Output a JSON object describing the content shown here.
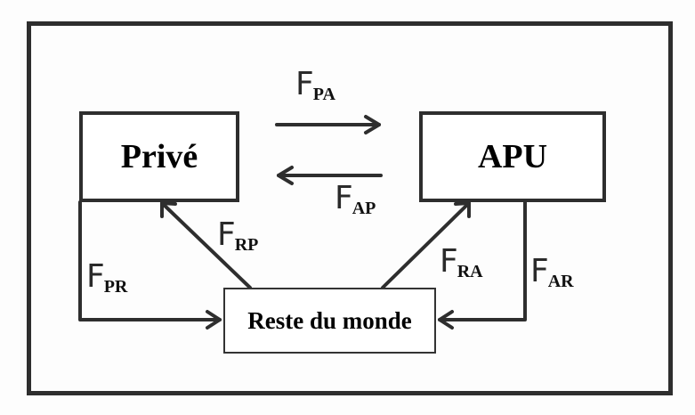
{
  "diagram": {
    "nodes": {
      "prive": {
        "label": "Privé"
      },
      "apu": {
        "label": "APU"
      },
      "reste_du_monde": {
        "label": "Reste du monde"
      }
    },
    "flows": [
      {
        "id": "FPA",
        "main": "F",
        "sub": "PA",
        "from": "Privé",
        "to": "APU"
      },
      {
        "id": "FAP",
        "main": "F",
        "sub": "AP",
        "from": "APU",
        "to": "Privé"
      },
      {
        "id": "FRP",
        "main": "F",
        "sub": "RP",
        "from": "Reste du monde",
        "to": "Privé"
      },
      {
        "id": "FRA",
        "main": "F",
        "sub": "RA",
        "from": "Reste du monde",
        "to": "APU"
      },
      {
        "id": "FPR",
        "main": "F",
        "sub": "PR",
        "from": "Privé",
        "to": "Reste du monde"
      },
      {
        "id": "FAR",
        "main": "F",
        "sub": "AR",
        "from": "APU",
        "to": "Reste du monde"
      }
    ],
    "colors": {
      "line": "#2e2e2e",
      "text": "#000000",
      "background": "#fdfdfd"
    }
  }
}
